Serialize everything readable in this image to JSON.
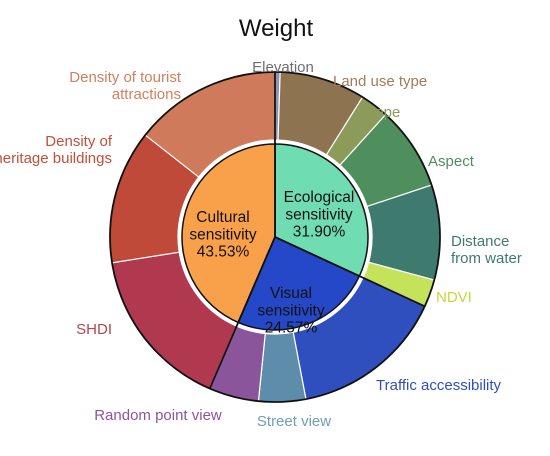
{
  "chart_data": {
    "type": "pie",
    "title": "Weight",
    "inner_ring": [
      {
        "label_line1": "Ecological",
        "label_line2": "sensitivity",
        "value_text": "31.90%",
        "value": 31.9,
        "color": "#6fdcb1"
      },
      {
        "label_line1": "Visual",
        "label_line2": "sensitivity",
        "value_text": "24.57%",
        "value": 24.57,
        "color": "#2448c8"
      },
      {
        "label_line1": "Cultural",
        "label_line2": "sensitivity",
        "value_text": "43.53%",
        "value": 43.53,
        "color": "#f9a14a"
      }
    ],
    "outer_ring": [
      {
        "label_line1": "Elevation",
        "label_line2": "",
        "value": 0.5,
        "color": "#8c96b4",
        "label_color": "#6e6e6e"
      },
      {
        "label_line1": "Land use type",
        "label_line2": "",
        "value": 8.4,
        "color": "#8d7350",
        "label_color": "#a07c5a"
      },
      {
        "label_line1": "Slope",
        "label_line2": "",
        "value": 2.8,
        "color": "#8c9a5a",
        "label_color": "#8c9a5a"
      },
      {
        "label_line1": "Aspect",
        "label_line2": "",
        "value": 8.2,
        "color": "#4f8f5e",
        "label_color": "#4f8f5e"
      },
      {
        "label_line1": "Distance",
        "label_line2": "from water",
        "value": 9.3,
        "color": "#3f7a6f",
        "label_color": "#3f7a6f"
      },
      {
        "label_line1": "NDVI",
        "label_line2": "",
        "value": 2.7,
        "color": "#c4e35a",
        "label_color": "#c4d83c"
      },
      {
        "label_line1": "Traffic accessibility",
        "label_line2": "",
        "value": 15.1,
        "color": "#2f4fbe",
        "label_color": "#2f4fbe"
      },
      {
        "label_line1": "Street view",
        "label_line2": "",
        "value": 4.6,
        "color": "#5e8cab",
        "label_color": "#6f9cbf"
      },
      {
        "label_line1": "Random point view",
        "label_line2": "",
        "value": 4.9,
        "color": "#8b559b",
        "label_color": "#8b559b"
      },
      {
        "label_line1": "SHDI",
        "label_line2": "",
        "value": 16.0,
        "color": "#b0384f",
        "label_color": "#b04848"
      },
      {
        "label_line1": "Density of",
        "label_line2": "heritage buildings",
        "value": 13.1,
        "color": "#bf4a3a",
        "label_color": "#c0503a"
      },
      {
        "label_line1": "Density of tourist",
        "label_line2": "attractions",
        "value": 14.4,
        "color": "#cf7a5a",
        "label_color": "#d08060"
      }
    ]
  }
}
